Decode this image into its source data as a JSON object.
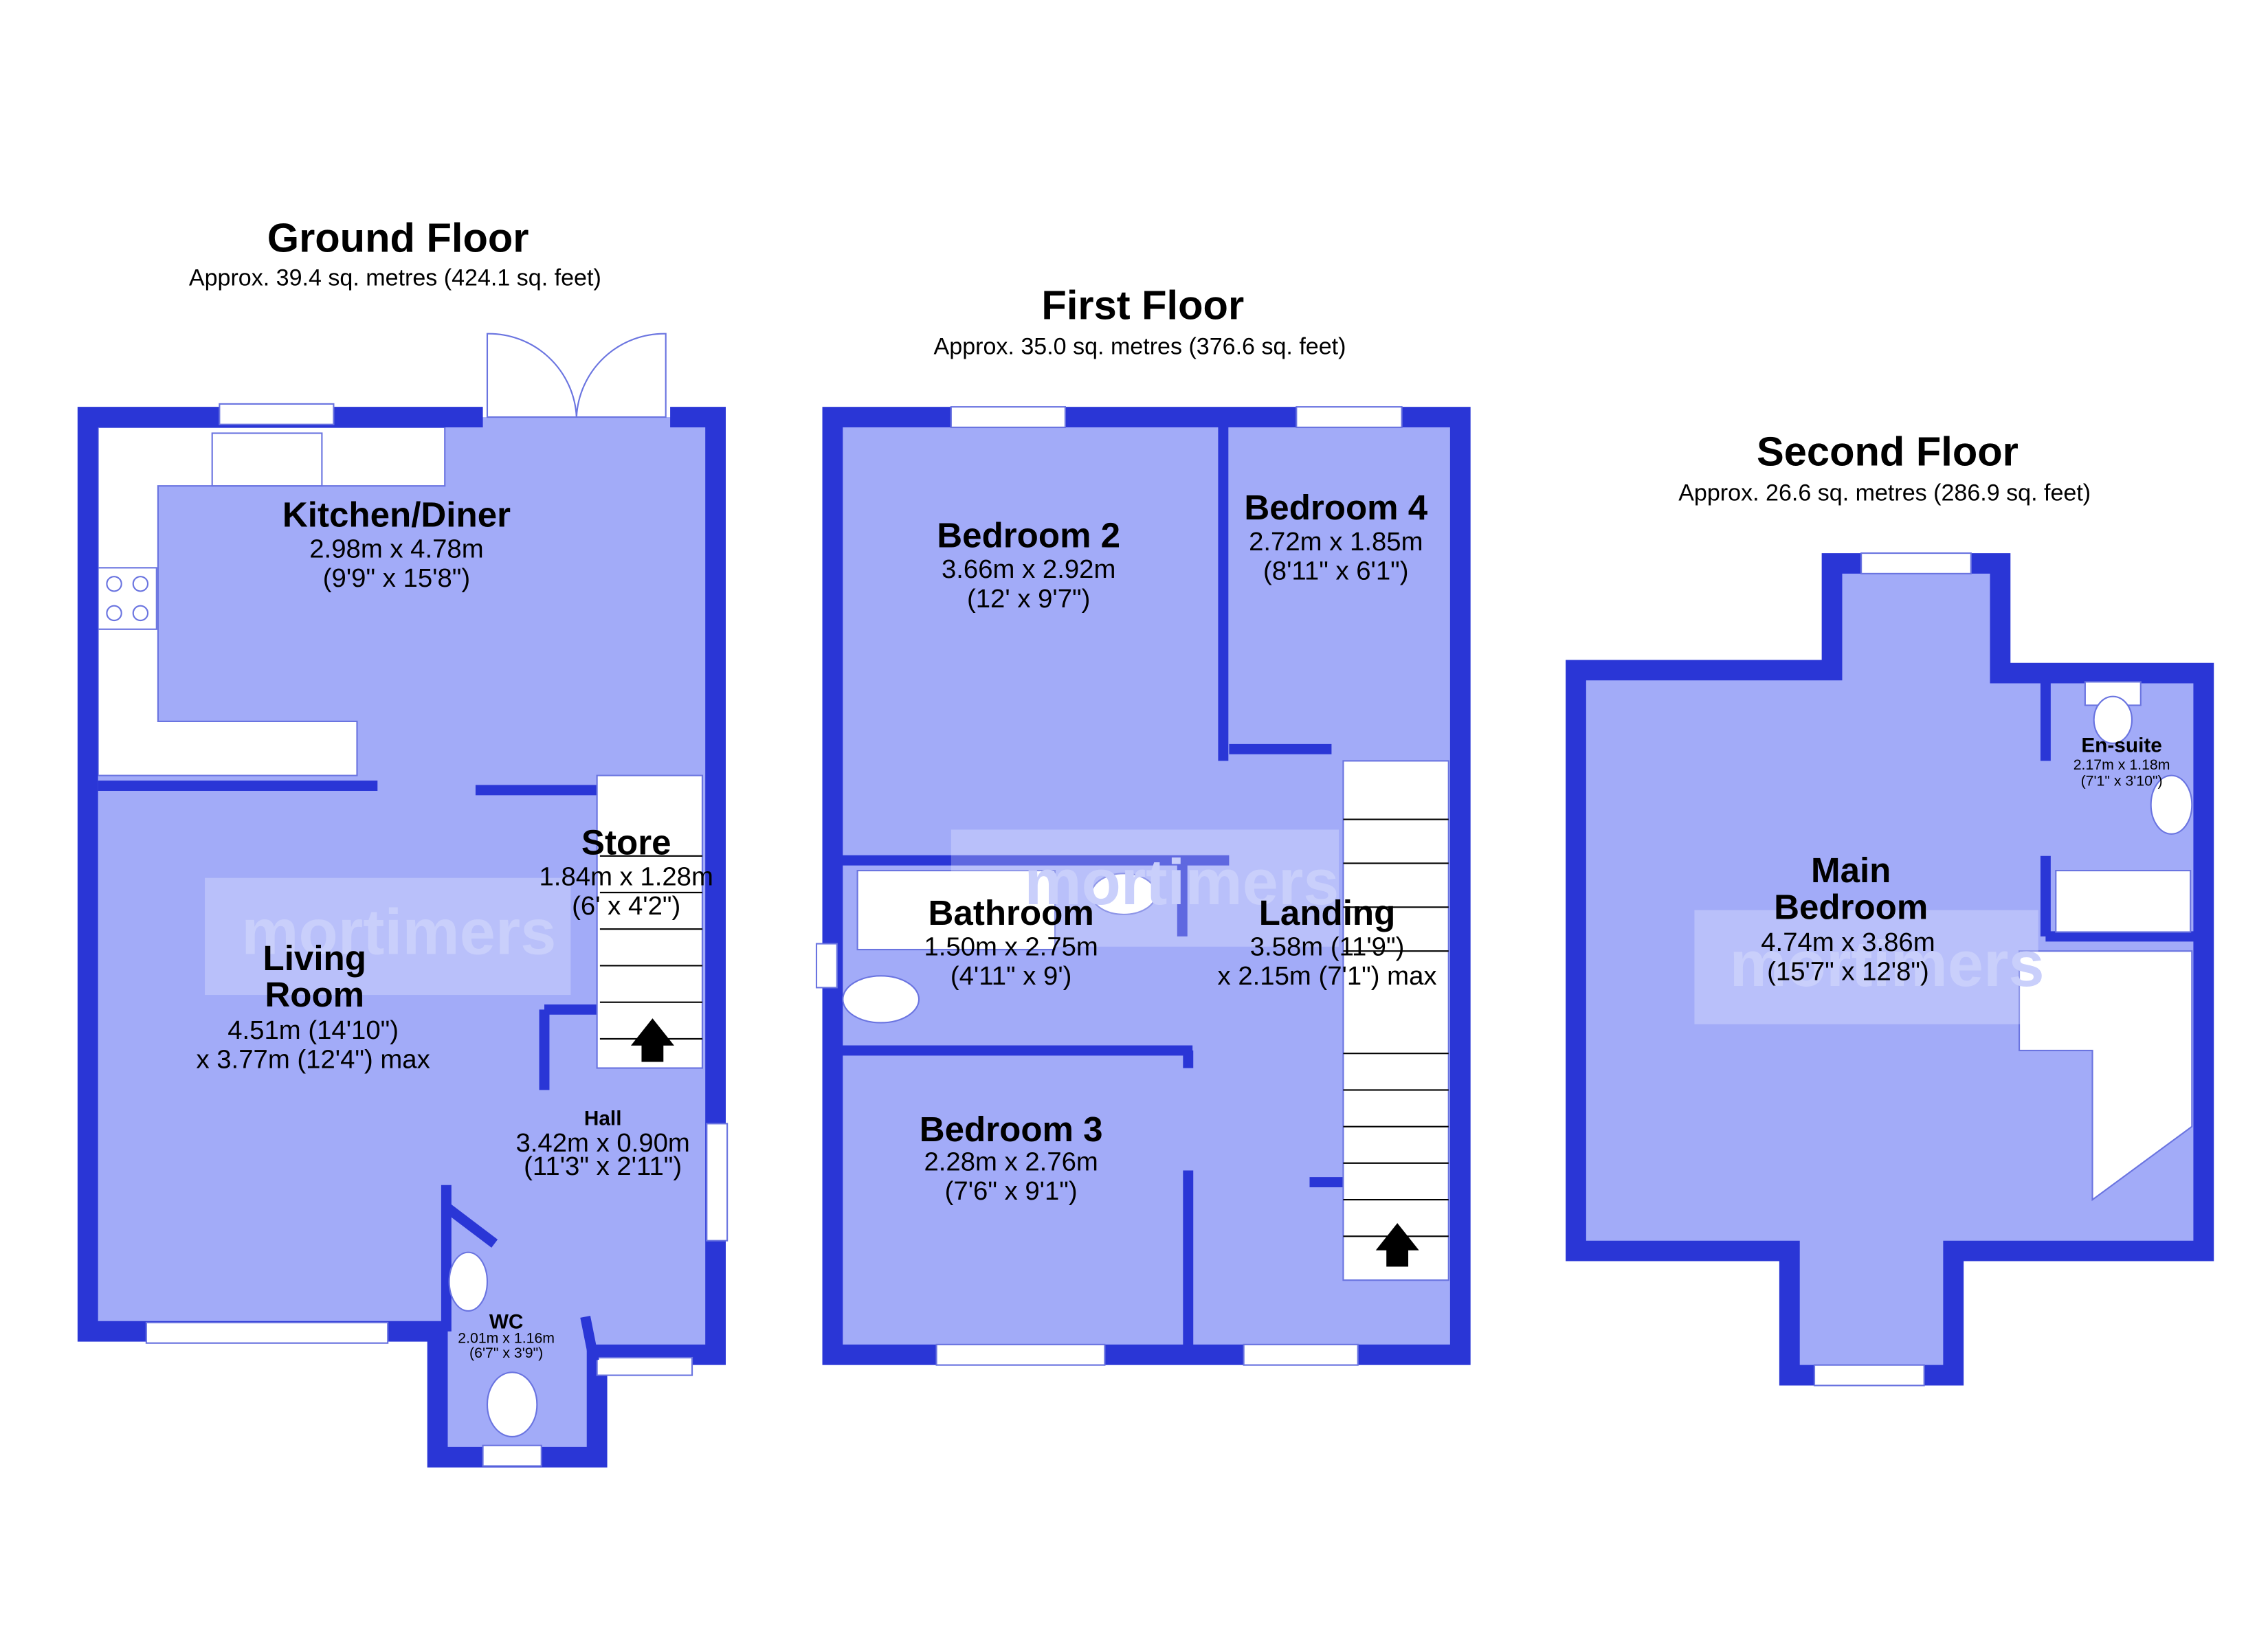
{
  "watermark": "mortimers",
  "colors": {
    "wall": "#2a36d6",
    "floor": "#a2abf8",
    "fixture": "#ffffff"
  },
  "floors": [
    {
      "title": "Ground Floor",
      "area": "Approx. 39.4 sq. metres (424.1 sq. feet)",
      "rooms": [
        {
          "name": "Kitchen/Diner",
          "dim1": "2.98m x 4.78m",
          "dim2": "(9'9\" x 15'8\")"
        },
        {
          "name": "Store",
          "dim1": "1.84m x 1.28m",
          "dim2": "(6' x 4'2\")"
        },
        {
          "name": "Living",
          "name2": "Room",
          "dim1": "4.51m (14'10\")",
          "dim2": "x 3.77m (12'4\") max"
        },
        {
          "name": "Hall",
          "dim1": "3.42m x 0.90m",
          "dim2": "(11'3\" x 2'11\")"
        },
        {
          "name": "WC",
          "dim1": "2.01m x 1.16m",
          "dim2": "(6'7\" x 3'9\")"
        }
      ]
    },
    {
      "title": "First Floor",
      "area": "Approx. 35.0 sq. metres (376.6 sq. feet)",
      "rooms": [
        {
          "name": "Bedroom 2",
          "dim1": "3.66m x 2.92m",
          "dim2": "(12' x 9'7\")"
        },
        {
          "name": "Bedroom 4",
          "dim1": "2.72m x 1.85m",
          "dim2": "(8'11\" x 6'1\")"
        },
        {
          "name": "Bathroom",
          "dim1": "1.50m x 2.75m",
          "dim2": "(4'11\" x 9')"
        },
        {
          "name": "Landing",
          "dim1": "3.58m (11'9\")",
          "dim2": "x 2.15m (7'1\") max"
        },
        {
          "name": "Bedroom 3",
          "dim1": "2.28m x 2.76m",
          "dim2": "(7'6\" x 9'1\")"
        }
      ]
    },
    {
      "title": "Second Floor",
      "area": "Approx. 26.6 sq. metres (286.9 sq. feet)",
      "rooms": [
        {
          "name": "Main",
          "name2": "Bedroom",
          "dim1": "4.74m x 3.86m",
          "dim2": "(15'7\" x 12'8\")"
        },
        {
          "name": "En-suite",
          "dim1": "2.17m x 1.18m",
          "dim2": "(7'1\" x 3'10\")"
        }
      ]
    }
  ]
}
